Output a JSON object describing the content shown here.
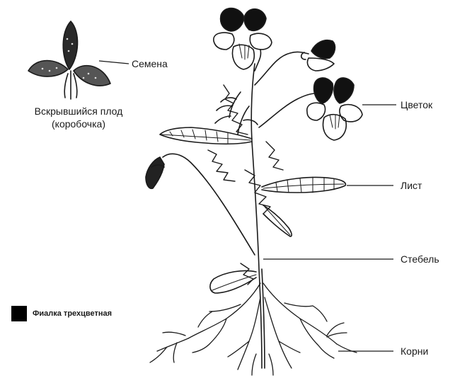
{
  "labels": {
    "seeds": "Семена",
    "fruit_line1": "Вскрывшийся плод",
    "fruit_line2": "(коробочка)",
    "flower": "Цветок",
    "leaf": "Лист",
    "stem": "Стебель",
    "roots": "Корни"
  },
  "legend": {
    "text": "Фиалка трехцветная",
    "swatch_color": "#000000"
  },
  "colors": {
    "ink": "#1a1a1a",
    "petal_dark": "#111111",
    "background": "#ffffff"
  }
}
